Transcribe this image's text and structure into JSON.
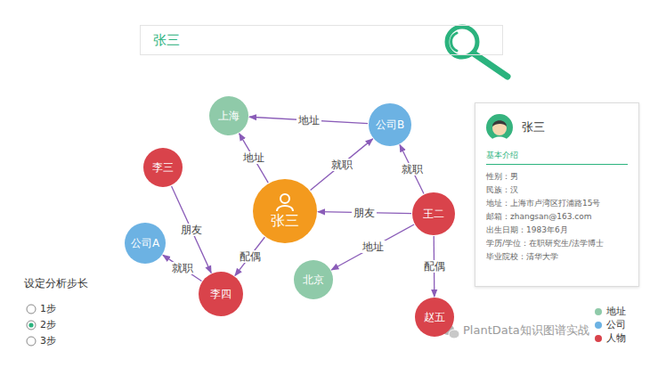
{
  "diagram": {
    "nodes": [
      {
        "text": [
          "张三"
        ]
      },
      {
        "text": [
          "上海"
        ]
      },
      {
        "text": [
          "公司B"
        ]
      },
      {
        "text": [
          "李三"
        ]
      },
      {
        "text": [
          "张三"
        ]
      },
      {
        "text": [
          "王二"
        ]
      },
      {
        "text": [
          "公司A"
        ]
      },
      {
        "text": [
          "北京"
        ]
      },
      {
        "text": [
          "李四"
        ]
      },
      {
        "text": [
          "赵五"
        ]
      },
      {
        "text": [
          "张三",
          "基本介绍",
          "性别：男",
          "民族：汉",
          "地址：上海市卢湾区打浦路15号",
          "邮箱：zhangsan@163.com",
          "出生日期：1983年6月",
          "学历/学位：在职研究生/法学博士",
          "毕业院校：清华大学"
        ]
      }
    ],
    "edges": [
      {
        "from": 2,
        "to": 1,
        "label": "地址",
        "arrow": "to"
      },
      {
        "from": 4,
        "to": 1,
        "label": "地址",
        "arrow": "to"
      },
      {
        "from": 4,
        "to": 2,
        "label": "就职",
        "arrow": "to"
      },
      {
        "from": 5,
        "to": 2,
        "label": "就职",
        "arrow": "to"
      },
      {
        "from": 5,
        "to": 4,
        "label": "朋友",
        "arrow": "to"
      },
      {
        "from": 3,
        "to": 8,
        "label": "朋友",
        "arrow": "to"
      },
      {
        "from": 4,
        "to": 8,
        "label": "配偶",
        "arrow": "to"
      },
      {
        "from": 8,
        "to": 6,
        "label": "就职",
        "arrow": "to"
      },
      {
        "from": 5,
        "to": 7,
        "label": "地址",
        "arrow": "to"
      },
      {
        "from": 5,
        "to": 9,
        "label": "配偶",
        "arrow": "to"
      }
    ],
    "labels": [
      "设定分析步长",
      "1步",
      "2步",
      "3步",
      "PlantData知识图谱实战"
    ],
    "legend": [
      {
        "text": "地址",
        "color": "#8fcaa9"
      },
      {
        "text": "公司",
        "color": "#6cb2e3"
      },
      {
        "text": "人物",
        "color": "#d9434b"
      }
    ]
  }
}
